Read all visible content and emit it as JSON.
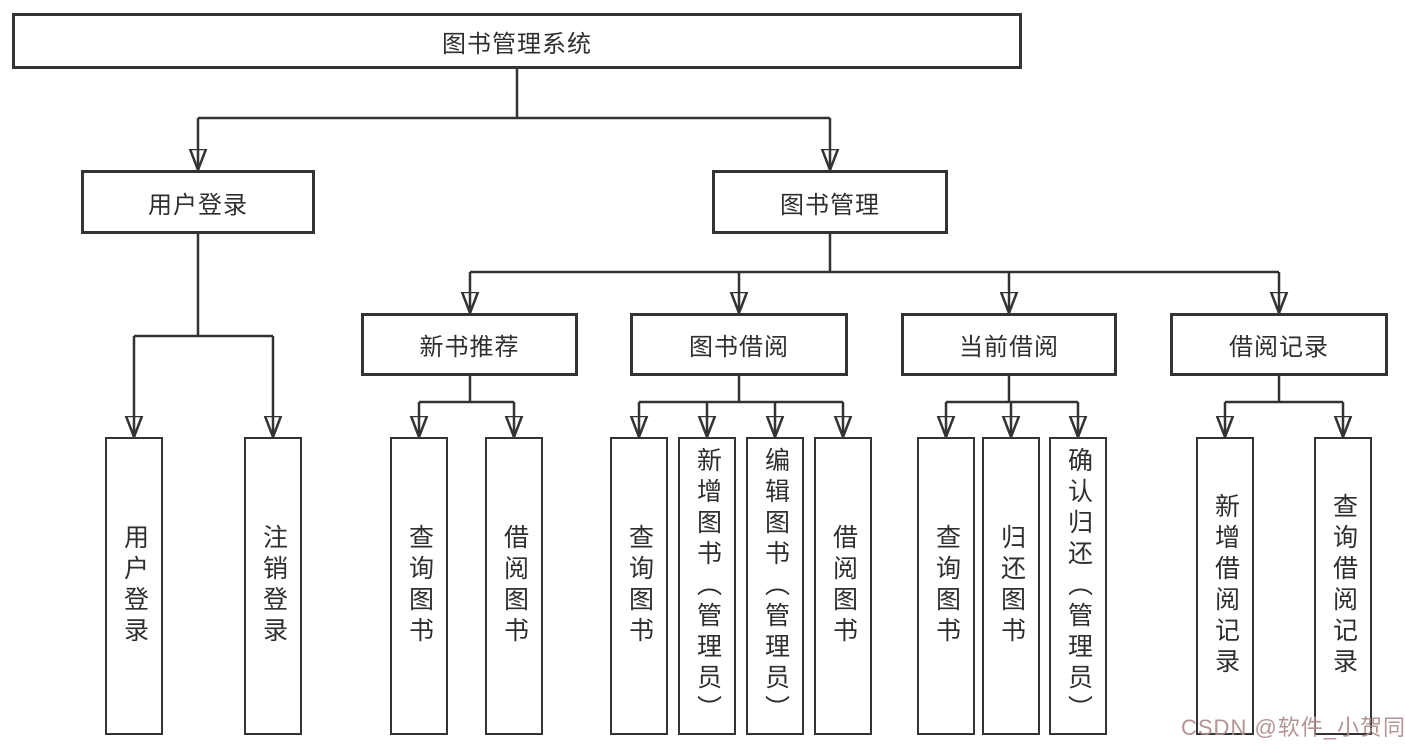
{
  "colors": {
    "line": "#333333",
    "box_border": "#333333",
    "box_background": "#ffffff",
    "text": "#2f2f2f",
    "watermark": "#b08e8e"
  },
  "tree": {
    "root": "图书管理系统",
    "branches": [
      {
        "label": "用户登录",
        "children": [
          "用户登录",
          "注销登录"
        ]
      },
      {
        "label": "图书管理",
        "groups": [
          {
            "label": "新书推荐",
            "children": [
              "查询图书",
              "借阅图书"
            ]
          },
          {
            "label": "图书借阅",
            "children": [
              "查询图书",
              "新增图书（管理员）",
              "编辑图书（管理员）",
              "借阅图书"
            ]
          },
          {
            "label": "当前借阅",
            "children": [
              "查询图书",
              "归还图书",
              "确认归还（管理员）"
            ]
          },
          {
            "label": "借阅记录",
            "children": [
              "新增借阅记录",
              "查询借阅记录"
            ]
          }
        ]
      }
    ]
  },
  "watermark": {
    "text": "CSDN @软件_小贺同学"
  }
}
